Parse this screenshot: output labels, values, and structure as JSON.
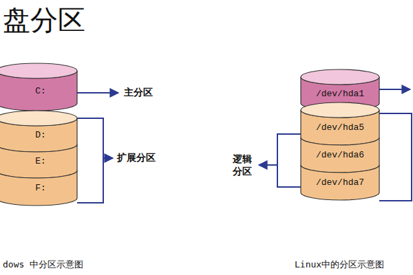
{
  "diagram": {
    "title": "盘分区",
    "nodes": [
      {
        "text": [
          "C:"
        ]
      },
      {
        "text": [
          "D:"
        ]
      },
      {
        "text": [
          "E:"
        ]
      },
      {
        "text": [
          "F:"
        ]
      },
      {
        "text": [
          "/dev/hda1"
        ]
      },
      {
        "text": [
          "/dev/hda5"
        ]
      },
      {
        "text": [
          "/dev/hda6"
        ]
      },
      {
        "text": [
          "/dev/hda7"
        ]
      }
    ],
    "labels": [
      "主分区",
      "扩展分区",
      "逻辑分区",
      "dows 中分区示意图",
      "Linux中的分区示意图"
    ]
  }
}
